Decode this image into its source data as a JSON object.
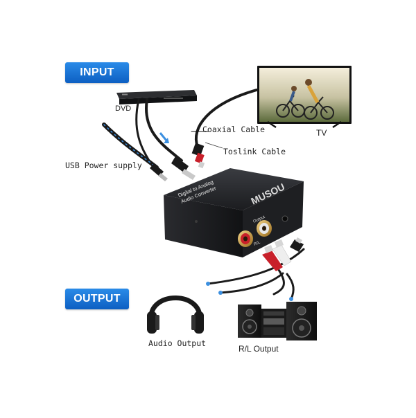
{
  "badges": {
    "input": "INPUT",
    "output": "OUTPUT"
  },
  "labels": {
    "dvd": "DVD",
    "coaxial_cable": "Coaxial Cable",
    "tv": "TV",
    "toslink_cable": "Toslink Cable",
    "usb_power_supply": "USB Power supply",
    "audio_output": "Audio Output",
    "rl_output": "R/L Output"
  },
  "device": {
    "brand": "MUSOU",
    "panel_title_line1": "Digital to Analog",
    "panel_title_line2": "Audio Converter",
    "output_label": "Output",
    "rl_label": "R/L"
  },
  "colors": {
    "badge_blue": "#1a73d6",
    "device_body": "#1c1d20",
    "cable_black": "#1a1a1a",
    "cable_accent_blue": "#3b8fe0",
    "rca_red": "#c8202a",
    "rca_white": "#e8e8e8",
    "gold": "#c99a3a"
  }
}
